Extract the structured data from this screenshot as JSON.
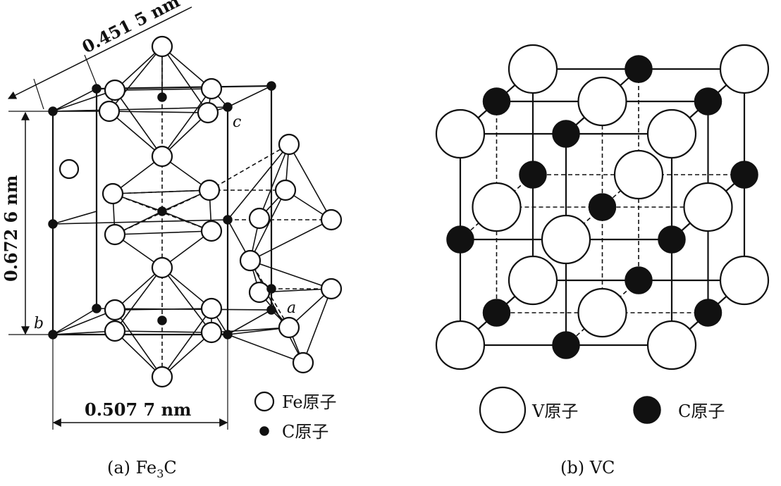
{
  "panel_a": {
    "dim_top": "0.451 5 nm",
    "dim_left": "0.672 6 nm",
    "dim_bottom": "0.507 7 nm",
    "axis_a": "a",
    "axis_b": "b",
    "axis_c": "c",
    "legend_fe": "Fe原子",
    "legend_c": "C原子",
    "caption_prefix": "(a) Fe",
    "caption_sub": "3",
    "caption_suffix": "C"
  },
  "panel_b": {
    "legend_v": "V原子",
    "legend_c": "C原子",
    "caption": "(b) VC"
  }
}
